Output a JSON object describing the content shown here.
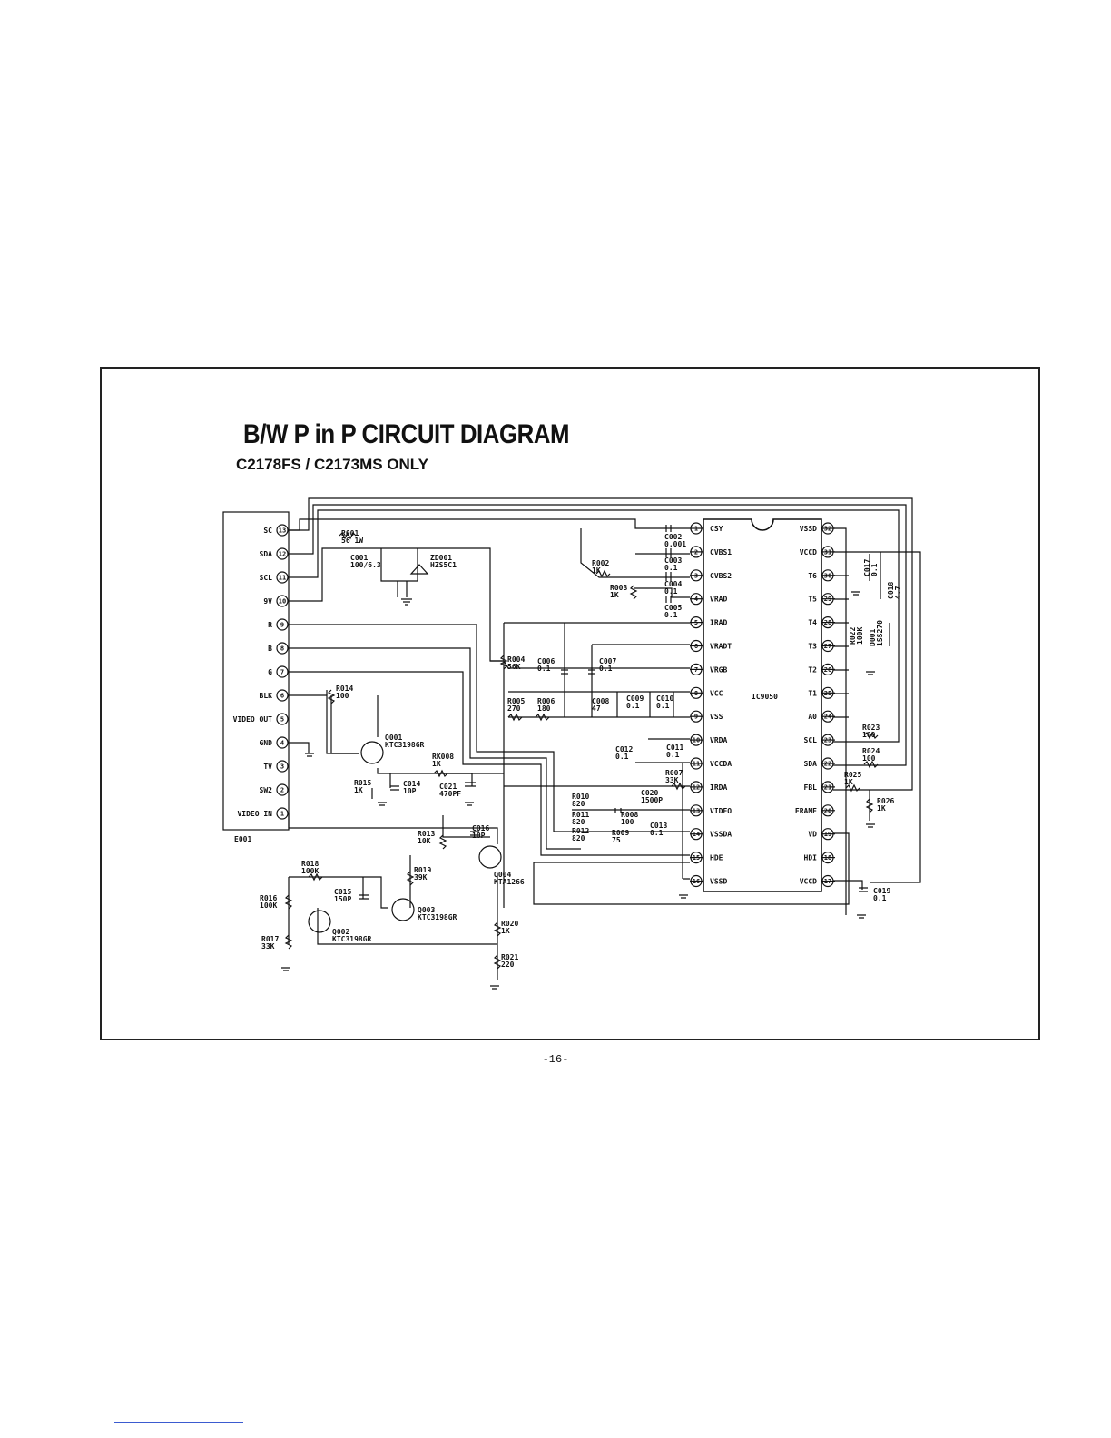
{
  "title": "B/W P in P CIRCUIT DIAGRAM",
  "subtitle": "C2178FS / C2173MS ONLY",
  "page_number": "-16-",
  "connector": {
    "ref": "E001",
    "pins": [
      {
        "name": "SC",
        "num": "13"
      },
      {
        "name": "SDA",
        "num": "12"
      },
      {
        "name": "SCL",
        "num": "11"
      },
      {
        "name": "9V",
        "num": "10"
      },
      {
        "name": "R",
        "num": "9"
      },
      {
        "name": "B",
        "num": "8"
      },
      {
        "name": "G",
        "num": "7"
      },
      {
        "name": "BLK",
        "num": "6"
      },
      {
        "name": "VIDEO OUT",
        "num": "5"
      },
      {
        "name": "GND",
        "num": "4"
      },
      {
        "name": "TV",
        "num": "3"
      },
      {
        "name": "SW2",
        "num": "2"
      },
      {
        "name": "VIDEO IN",
        "num": "1"
      }
    ]
  },
  "ic": {
    "ref": "IC9050",
    "left_pins": [
      {
        "num": "1",
        "name": "CSY"
      },
      {
        "num": "2",
        "name": "CVBS1"
      },
      {
        "num": "3",
        "name": "CVBS2"
      },
      {
        "num": "4",
        "name": "VRAD"
      },
      {
        "num": "5",
        "name": "IRAD"
      },
      {
        "num": "6",
        "name": "VRADT"
      },
      {
        "num": "7",
        "name": "VRGB"
      },
      {
        "num": "8",
        "name": "VCC"
      },
      {
        "num": "9",
        "name": "VSS"
      },
      {
        "num": "10",
        "name": "VRDA"
      },
      {
        "num": "11",
        "name": "VCCDA"
      },
      {
        "num": "12",
        "name": "IRDA"
      },
      {
        "num": "13",
        "name": "VIDEO"
      },
      {
        "num": "14",
        "name": "VSSDA"
      },
      {
        "num": "15",
        "name": "HDE"
      },
      {
        "num": "16",
        "name": "VSSD"
      }
    ],
    "right_pins": [
      {
        "num": "32",
        "name": "VSSD"
      },
      {
        "num": "31",
        "name": "VCCD"
      },
      {
        "num": "30",
        "name": "T6"
      },
      {
        "num": "29",
        "name": "T5"
      },
      {
        "num": "28",
        "name": "T4"
      },
      {
        "num": "27",
        "name": "T3"
      },
      {
        "num": "26",
        "name": "T2"
      },
      {
        "num": "25",
        "name": "T1"
      },
      {
        "num": "24",
        "name": "A0"
      },
      {
        "num": "23",
        "name": "SCL"
      },
      {
        "num": "22",
        "name": "SDA"
      },
      {
        "num": "21",
        "name": "FBL"
      },
      {
        "num": "20",
        "name": "FRAME"
      },
      {
        "num": "19",
        "name": "VD"
      },
      {
        "num": "18",
        "name": "HDI"
      },
      {
        "num": "17",
        "name": "VCCD"
      }
    ]
  },
  "components": {
    "R001": [
      "R001",
      "56 1W"
    ],
    "C001": [
      "C001",
      "100/6.3"
    ],
    "ZD001": [
      "ZD001",
      "HZS5C1"
    ],
    "C002": [
      "C002",
      "0.001"
    ],
    "C003": [
      "C003",
      "0.1"
    ],
    "C004": [
      "C004",
      "0.1"
    ],
    "C005": [
      "C005",
      "0.1"
    ],
    "R002": [
      "R002",
      "1K"
    ],
    "R003": [
      "R003",
      "1K"
    ],
    "R004": [
      "R004",
      "56K"
    ],
    "C006": [
      "C006",
      "0.1"
    ],
    "C007": [
      "C007",
      "0.1"
    ],
    "R005": [
      "R005",
      "270"
    ],
    "R006": [
      "R006",
      "180"
    ],
    "C008": [
      "C008",
      "47"
    ],
    "C009": [
      "C009",
      "0.1"
    ],
    "C010": [
      "C010",
      "0.1"
    ],
    "C011": [
      "C011",
      "0.1"
    ],
    "C012": [
      "C012",
      "0.1"
    ],
    "R007": [
      "R007",
      "33K"
    ],
    "R014": [
      "R014",
      "100"
    ],
    "Q001": [
      "Q001",
      "KTC3198GR"
    ],
    "RK008": [
      "RK008",
      "1K"
    ],
    "R015": [
      "R015",
      "1K"
    ],
    "C014": [
      "C014",
      "10P"
    ],
    "C021": [
      "C021",
      "470PF"
    ],
    "R010": [
      "R010",
      "820"
    ],
    "C020": [
      "C020",
      "1500P"
    ],
    "R011": [
      "R011",
      "820"
    ],
    "R008": [
      "R008",
      "100"
    ],
    "C013": [
      "C013",
      "0.1"
    ],
    "R012": [
      "R012",
      "820"
    ],
    "R009": [
      "R009",
      "75"
    ],
    "R013": [
      "R013",
      "10K"
    ],
    "C016": [
      "C016",
      "10P"
    ],
    "Q004": [
      "Q004",
      "KTA1266"
    ],
    "R018": [
      "R018",
      "100K"
    ],
    "R019": [
      "R019",
      "39K"
    ],
    "C015": [
      "C015",
      "150P"
    ],
    "R016": [
      "R016",
      "100K"
    ],
    "Q003": [
      "Q003",
      "KTC3198GR"
    ],
    "Q002": [
      "Q002",
      "KTC3198GR"
    ],
    "R017": [
      "R017",
      "33K"
    ],
    "R020": [
      "R020",
      "1K"
    ],
    "R021": [
      "R021",
      "220"
    ],
    "C017": [
      "C017",
      "0.1"
    ],
    "C018": [
      "C018",
      "4.7"
    ],
    "R022": [
      "R022",
      "100K"
    ],
    "D001": [
      "D001",
      "1SS270"
    ],
    "R023": [
      "R023",
      "100"
    ],
    "R024": [
      "R024",
      "100"
    ],
    "R025": [
      "R025",
      "1K"
    ],
    "R026": [
      "R026",
      "1K"
    ],
    "C019": [
      "C019",
      "0.1"
    ]
  }
}
